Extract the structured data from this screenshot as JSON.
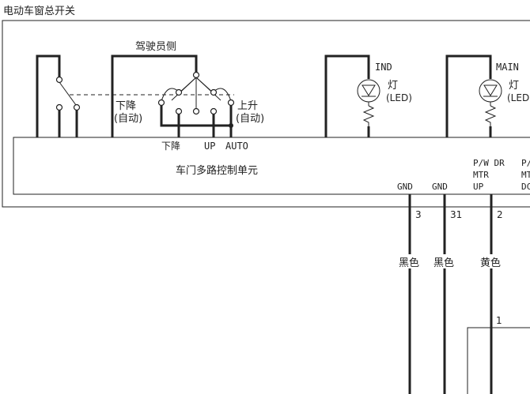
{
  "labels": {
    "title": "电动车窗总开关",
    "driver_side": "驾驶员侧",
    "down_auto_line1": "下降",
    "down_auto_line2": "(自动)",
    "up_auto_line1": "上升",
    "up_auto_line2": "(自动)",
    "pin_down": "下降",
    "pin_up": "UP",
    "pin_auto": "AUTO",
    "ind": "IND",
    "ind_lamp": "灯",
    "ind_led": "(LED)",
    "main": "MAIN",
    "main_lamp": "灯",
    "main_led": "(LED",
    "control_unit": "车门多路控制单元",
    "gnd1": "GND",
    "gnd2": "GND",
    "pw_line1": "P/W DR",
    "pw_line2": "MTR",
    "pw_line3": "UP",
    "pw2_line1": "P/",
    "pw2_line2": "MT",
    "pw2_line3": "DC",
    "pin3": "3",
    "pin31": "31",
    "pin2": "2",
    "black1": "黑色",
    "black2": "黑色",
    "yellow": "黄色",
    "pin1": "1"
  }
}
